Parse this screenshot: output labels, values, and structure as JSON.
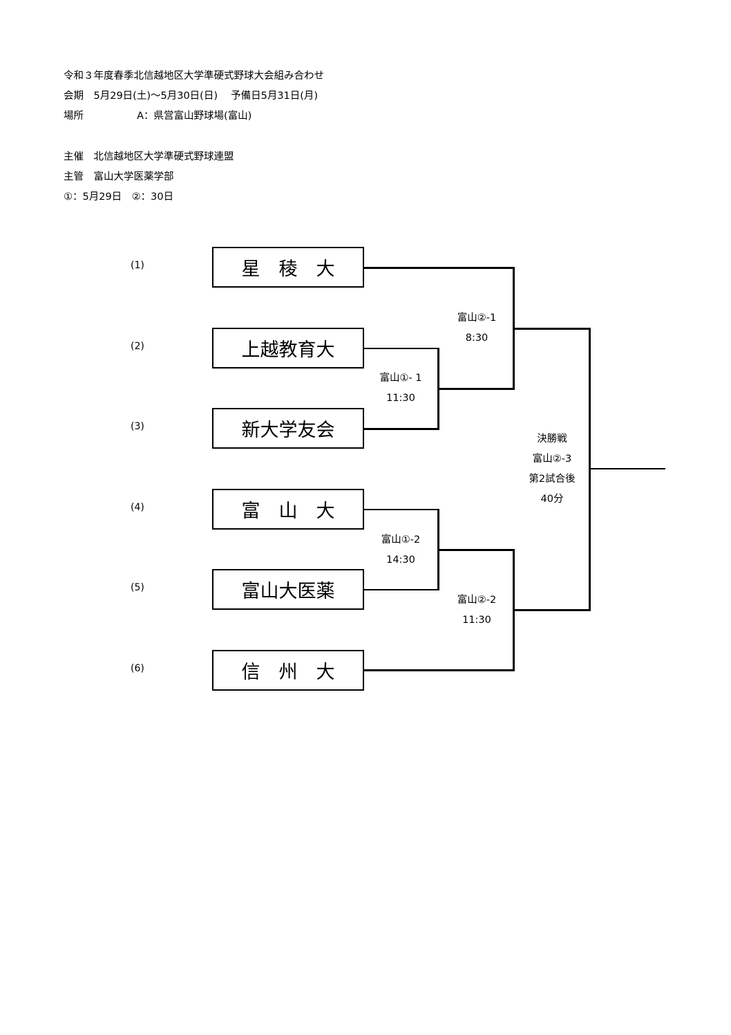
{
  "header": {
    "title": "令和３年度春季北信越地区大学準硬式野球大会組み合わせ",
    "period": "会期　5月29日(土)～5月30日(日)　 予備日5月31日(月)",
    "venue": "場所　　　　　 A：県営富山野球場(富山)",
    "organizer": "主催　北信越地区大学準硬式野球連盟",
    "host": "主管　富山大学医薬学部",
    "days": "①：5月29日　②：30日"
  },
  "teams": [
    {
      "seed": "(1)",
      "name": "星　稜　大"
    },
    {
      "seed": "(2)",
      "name": "上越教育大"
    },
    {
      "seed": "(3)",
      "name": "新大学友会"
    },
    {
      "seed": "(4)",
      "name": "富　山　大"
    },
    {
      "seed": "(5)",
      "name": "富山大医薬"
    },
    {
      "seed": "(6)",
      "name": "信　州　大"
    }
  ],
  "games": {
    "g1": {
      "code": "富山①- 1",
      "time": "11:30"
    },
    "g2": {
      "code": "富山①‐2",
      "time": "14:30"
    },
    "g3": {
      "code": "富山②-1",
      "time": "8:30"
    },
    "g4": {
      "code": "富山②-2",
      "time": "11:30"
    },
    "final": {
      "title": "決勝戦",
      "code": "富山②-3",
      "time": "第2試合後",
      "offset": "40分"
    }
  }
}
